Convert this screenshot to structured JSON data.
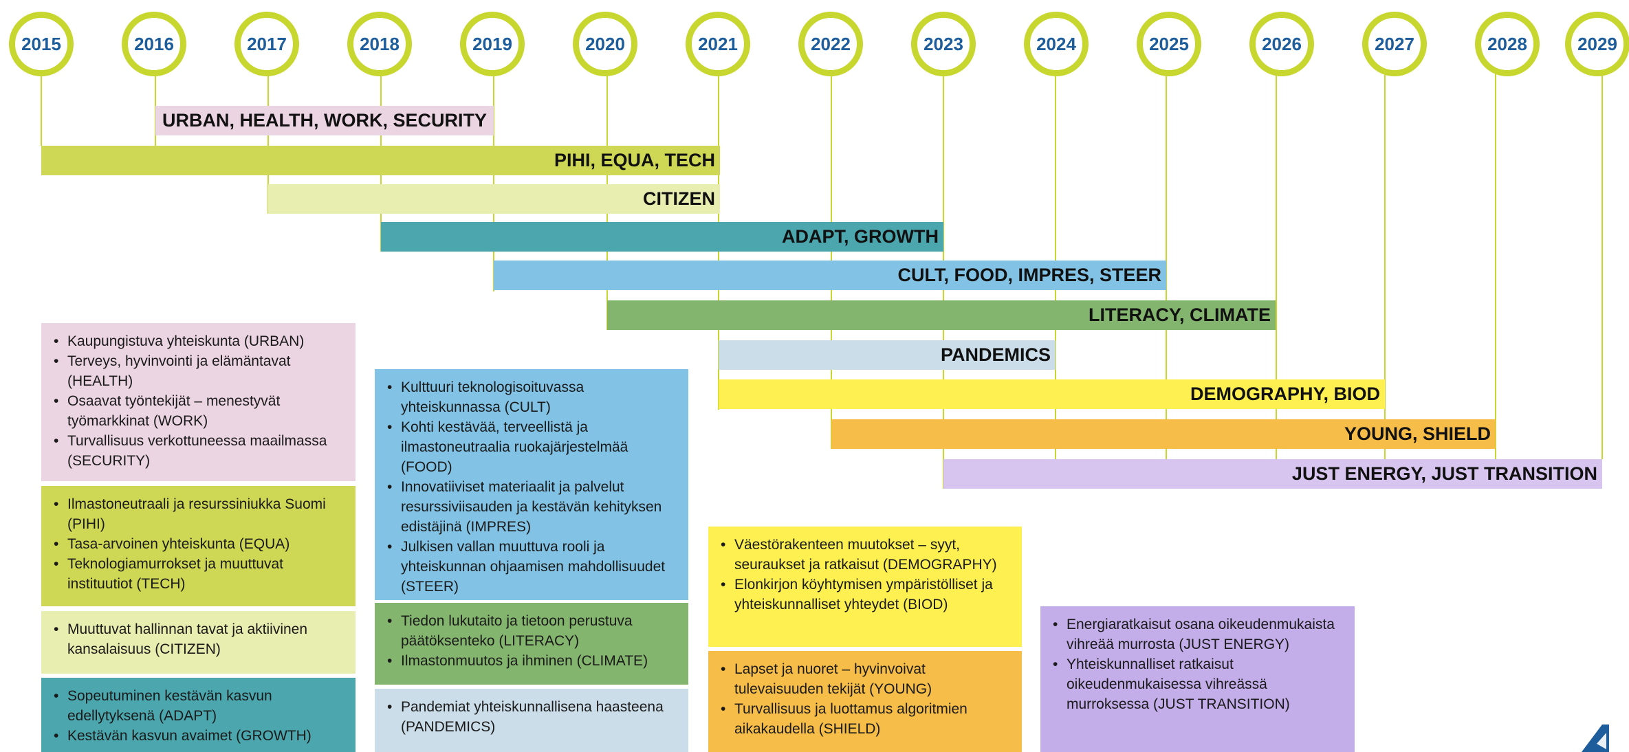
{
  "years": [
    "2015",
    "2016",
    "2017",
    "2018",
    "2019",
    "2020",
    "2021",
    "2022",
    "2023",
    "2024",
    "2025",
    "2026",
    "2027",
    "2028",
    "2029"
  ],
  "bars": [
    {
      "label": "URBAN, HEALTH, WORK, SECURITY",
      "color": "#ecd5e2"
    },
    {
      "label": "PIHI, EQUA, TECH",
      "color": "#cfd854"
    },
    {
      "label": "CITIZEN",
      "color": "#e8edb0"
    },
    {
      "label": "ADAPT, GROWTH",
      "color": "#4ba6ae"
    },
    {
      "label": "CULT, FOOD, IMPRES, STEER",
      "color": "#82c3e5"
    },
    {
      "label": "LITERACY, CLIMATE",
      "color": "#84b56e"
    },
    {
      "label": "PANDEMICS",
      "color": "#cbdde9"
    },
    {
      "label": "DEMOGRAPHY, BIOD",
      "color": "#fdf050"
    },
    {
      "label": "YOUNG, SHIELD",
      "color": "#f6bd48"
    },
    {
      "label": "JUST ENERGY, JUST TRANSITION",
      "color": "#d7c5ef"
    }
  ],
  "boxes": {
    "urban": {
      "color": "#ecd5e2",
      "items": [
        "Kaupungistuva yhteiskunta (URBAN)",
        "Terveys, hyvinvointi ja elämäntavat (HEALTH)",
        "Osaavat työntekijät – menestyvät työmarkkinat (WORK)",
        "Turvallisuus verkottuneessa maailmassa (SECURITY)"
      ]
    },
    "pihi": {
      "color": "#cfd854",
      "items": [
        "Ilmastoneutraali ja resurssiniukka Suomi (PIHI)",
        "Tasa-arvoinen yhteiskunta (EQUA)",
        "Teknologiamurrokset ja muuttuvat instituutiot (TECH)"
      ]
    },
    "citizen": {
      "color": "#e8edb0",
      "items": [
        "Muuttuvat hallinnan tavat ja aktiivinen kansalaisuus (CITIZEN)"
      ]
    },
    "adapt": {
      "color": "#4ba6ae",
      "items": [
        "Sopeutuminen kestävän kasvun edellytyksenä (ADAPT)",
        "Kestävän kasvun avaimet (GROWTH)"
      ]
    },
    "cult": {
      "color": "#82c3e5",
      "items": [
        "Kulttuuri teknologisoituvassa yhteiskunnassa (CULT)",
        "Kohti kestävää, terveellistä ja ilmastoneutraalia ruokajärjestelmää (FOOD)",
        "Innovatiiviset materiaalit ja palvelut resurssiviisauden ja kestävän kehityksen edistäjinä (IMPRES)",
        "Julkisen vallan muuttuva rooli ja yhteiskunnan ohjaamisen mahdollisuudet (STEER)"
      ]
    },
    "literacy": {
      "color": "#84b56e",
      "items": [
        "Tiedon lukutaito ja tietoon perustuva päätöksenteko (LITERACY)",
        "Ilmastonmuutos ja ihminen (CLIMATE)"
      ]
    },
    "pandemics": {
      "color": "#cbdde9",
      "items": [
        "Pandemiat yhteiskunnallisena haasteena (PANDEMICS)"
      ]
    },
    "demography": {
      "color": "#fdf050",
      "items": [
        "Väestörakenteen muutokset – syyt, seuraukset ja ratkaisut (DEMOGRAPHY)",
        "Elonkirjon köyhtymisen ympäristölliset ja yhteiskunnalliset yhteydet (BIOD)"
      ]
    },
    "young": {
      "color": "#f6bd48",
      "items": [
        "Lapset ja nuoret – hyvinvoivat tulevaisuuden tekijät (YOUNG)",
        "Turvallisuus ja luottamus algoritmien aikakaudella (SHIELD)"
      ]
    },
    "justenergy": {
      "color": "#c3aeea",
      "items": [
        "Energiaratkaisut osana oikeudenmukaista vihreää murrosta (JUST ENERGY)",
        "Yhteiskunnalliset ratkaisut oikeudenmukaisessa vihreässä murroksessa (JUST TRANSITION)"
      ]
    }
  },
  "colors": {
    "circle": "#c8d630",
    "year_text": "#1d5d9b",
    "logo": "#1d5d9b"
  },
  "icons": {
    "logo": "logo-icon"
  }
}
